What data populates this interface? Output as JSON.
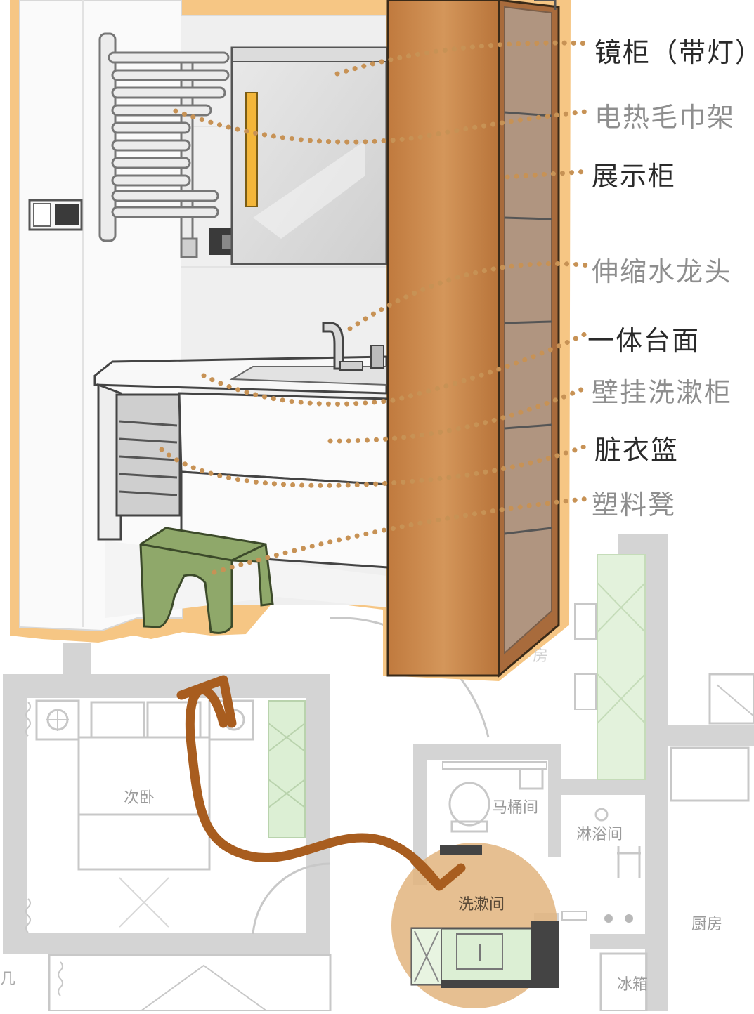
{
  "colors": {
    "outline": "#f0c27e",
    "wood": "#c8864a",
    "dots": "#c79255",
    "arrow": "#a85d1f",
    "stool": "#8fa86a",
    "mirror_light": "#f3b63a",
    "highlight_circle": "#e2b47e",
    "plan_wall": "#c8c8c8",
    "plan_green": "#d9ecd0"
  },
  "labels": [
    {
      "id": "mirror-cabinet",
      "text": "镜柜（带灯）",
      "tone": "dark"
    },
    {
      "id": "heated-towel-rack",
      "text": "电热毛巾架",
      "tone": "light"
    },
    {
      "id": "display-cabinet",
      "text": "展示柜",
      "tone": "dark"
    },
    {
      "id": "pull-out-faucet",
      "text": "伸缩水龙头",
      "tone": "light"
    },
    {
      "id": "integrated-countertop",
      "text": "一体台面",
      "tone": "dark"
    },
    {
      "id": "wall-hung-vanity",
      "text": "壁挂洗漱柜",
      "tone": "light"
    },
    {
      "id": "laundry-basket",
      "text": "脏衣篮",
      "tone": "dark"
    },
    {
      "id": "plastic-stool",
      "text": "塑料凳",
      "tone": "light"
    }
  ],
  "floor_plan": {
    "rooms": [
      {
        "id": "second-bedroom",
        "text": "次卧"
      },
      {
        "id": "toilet-room",
        "text": "马桶间"
      },
      {
        "id": "shower-room",
        "text": "淋浴间"
      },
      {
        "id": "washroom",
        "text": "洗漱间"
      },
      {
        "id": "kitchen",
        "text": "厨房"
      },
      {
        "id": "fridge",
        "text": "冰箱"
      },
      {
        "id": "room-partial",
        "text": "房"
      },
      {
        "id": "edge-partial",
        "text": "几"
      }
    ]
  }
}
